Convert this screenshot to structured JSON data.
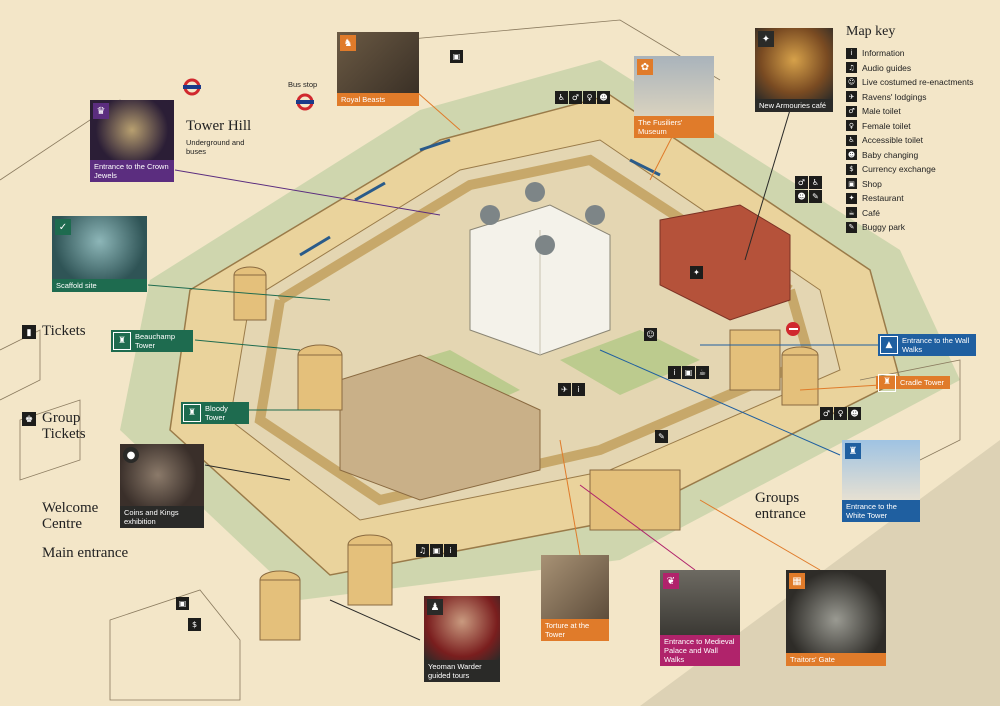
{
  "map_key": {
    "title": "Map key",
    "items": [
      {
        "glyph": "i",
        "label": "Information"
      },
      {
        "glyph": "♫",
        "label": "Audio guides"
      },
      {
        "glyph": "☺",
        "label": "Live costumed re-enactments"
      },
      {
        "glyph": "✈",
        "label": "Ravens' lodgings"
      },
      {
        "glyph": "♂",
        "label": "Male toilet"
      },
      {
        "glyph": "♀",
        "label": "Female toilet"
      },
      {
        "glyph": "♿",
        "label": "Accessible toilet"
      },
      {
        "glyph": "☻",
        "label": "Baby changing"
      },
      {
        "glyph": "$",
        "label": "Currency exchange"
      },
      {
        "glyph": "▣",
        "label": "Shop"
      },
      {
        "glyph": "✦",
        "label": "Restaurant"
      },
      {
        "glyph": "☕",
        "label": "Café"
      },
      {
        "glyph": "✎",
        "label": "Buggy park"
      }
    ]
  },
  "places": {
    "tower_hill": "Tower Hill",
    "tower_hill_sub": "Underground and buses",
    "bus_stop": "Bus stop",
    "tickets": "Tickets",
    "group_tickets": "Group Tickets",
    "welcome_centre": "Welcome Centre",
    "main_entrance": "Main entrance",
    "groups_entrance": "Groups entrance"
  },
  "cards": {
    "royal_beasts": "Royal Beasts",
    "fusiliers": "The Fusiliers' Museum",
    "armouries": "New Armouries café",
    "crown_jewels": "Entrance to the Crown Jewels",
    "scaffold": "Scaffold site",
    "coins": "Coins and Kings exhibition",
    "white_tower": "Entrance to the White Tower",
    "torture": "Torture at the Tower",
    "medieval": "Entrance to Medieval Palace and Wall Walks",
    "traitors": "Traitors' Gate",
    "yeoman": "Yeoman Warder guided tours"
  },
  "chips": {
    "beauchamp": "Beauchamp Tower",
    "bloody": "Bloody Tower",
    "wall_walks": "Entrance to the Wall Walks",
    "cradle": "Cradle Tower"
  },
  "colors": {
    "purple": "#5b2d7f",
    "green": "#1e6b4f",
    "orange": "#e07b2a",
    "blue": "#1f5fa0",
    "magenta": "#b0236b",
    "dark": "#2a2a28",
    "grass": "#c9d3a3",
    "stone": "#e9c98a",
    "roof_red": "#b5523a"
  }
}
